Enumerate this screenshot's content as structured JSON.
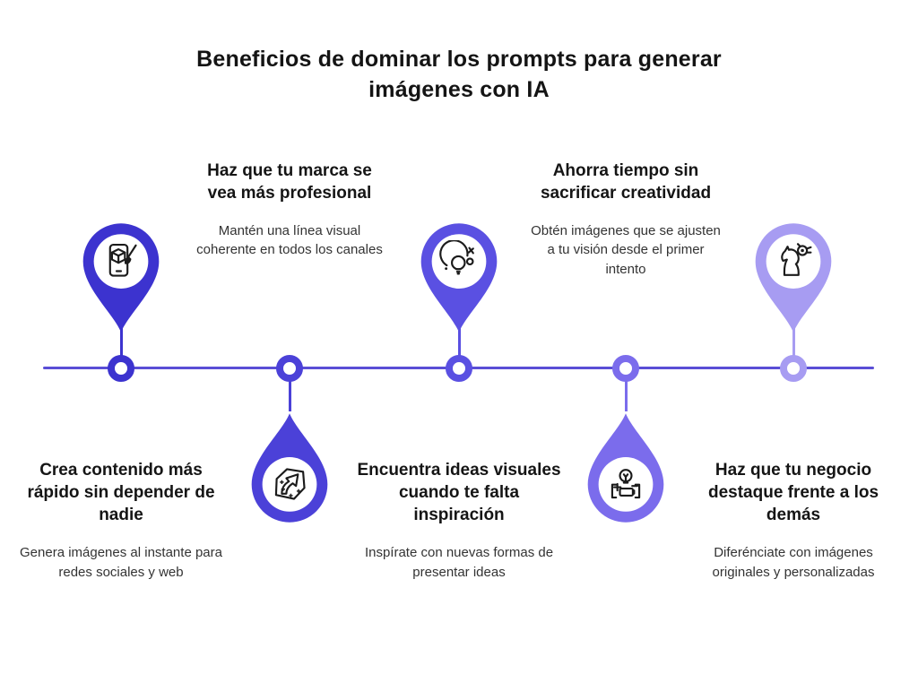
{
  "title": "Beneficios de dominar los prompts para generar imágenes con IA",
  "colors": {
    "line": "#5a4ed6",
    "heading_text": "#151515",
    "body_text": "#333333",
    "background": "#ffffff"
  },
  "nodes": [
    {
      "heading": "Crea contenido más rápido sin depender de nadie",
      "body": "Genera imágenes al instante para redes sociales y web",
      "pin_side": "top",
      "color": "#3c33cf",
      "icon": "smartphone-cube-paintbrush-icon"
    },
    {
      "heading": "Haz que tu marca se vea más profesional",
      "body": "Mantén una línea visual coherente en todos los canales",
      "pin_side": "bottom",
      "color": "#4b41d8",
      "icon": "arrow-sticker-icon"
    },
    {
      "heading": "Encuentra ideas visuales cuando te falta inspiración",
      "body": "Inspírate con nuevas formas de presentar ideas",
      "pin_side": "top",
      "color": "#5a50e2",
      "icon": "lightbulb-orbit-icon"
    },
    {
      "heading": "Ahorra tiempo sin sacrificar creatividad",
      "body": "Obtén imágenes que se ajusten a tu visión desde el primer intento",
      "pin_side": "bottom",
      "color": "#7b6cec",
      "icon": "lightbulb-battery-icon"
    },
    {
      "heading": "Haz que tu negocio destaque frente a los demás",
      "body": "Diferénciate con imágenes originales y personalizadas",
      "pin_side": "top",
      "color": "#a79cf2",
      "icon": "chess-knight-gear-icon"
    }
  ]
}
